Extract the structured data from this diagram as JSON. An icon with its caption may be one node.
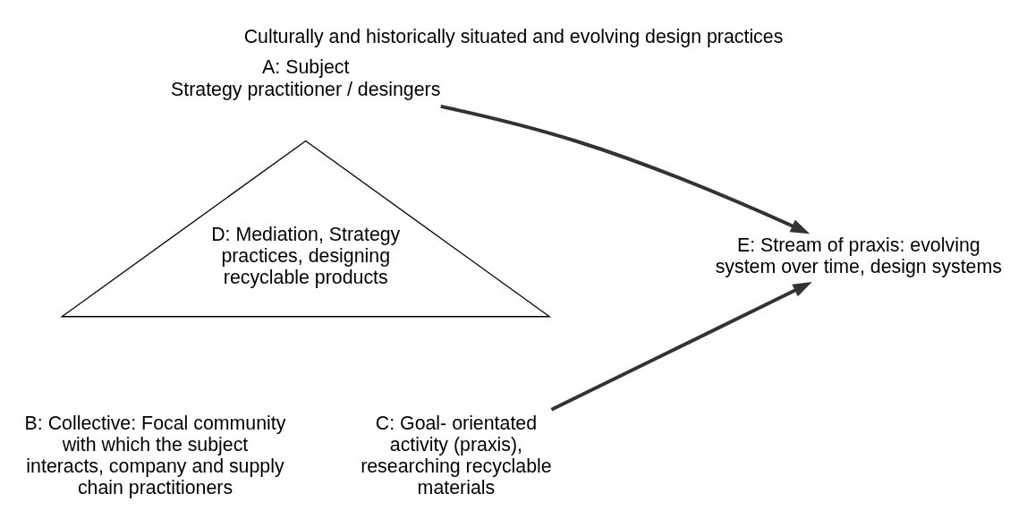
{
  "diagram": {
    "title": "Culturally and historically situated and evolving design practices",
    "nodes": [
      {
        "text": [
          "A: Subject",
          "Strategy practitioner / desingers"
        ]
      },
      {
        "text": [
          "D: Mediation, Strategy practices, designing recyclable products"
        ]
      },
      {
        "text": [
          "B: Collective: Focal community with which the subject interacts, company and supply chain practitioners"
        ]
      },
      {
        "text": [
          "C: Goal- orientated activity (praxis), researching recyclable materials"
        ]
      },
      {
        "text": [
          "E: Stream of praxis: evolving system over time, design systems"
        ]
      }
    ],
    "edges": [
      {
        "from": 0,
        "to": 4,
        "arrow": "to"
      },
      {
        "from": 3,
        "to": 4,
        "arrow": "to"
      }
    ]
  }
}
